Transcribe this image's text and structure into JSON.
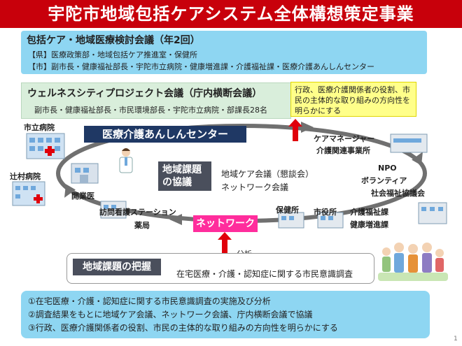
{
  "title": "宇陀市地域包括ケアシステム全体構想策定事業",
  "council": {
    "heading": "包括ケア・地域医療検討会議（年2回）",
    "line1": "【県】医療政策部・地域包括ケア推進室・保健所",
    "line2": "【市】副市長・健康福祉部長・宇陀市立病院・健康増進課・介護福祉課・医療介護あんしんセンター"
  },
  "wellness": {
    "heading": "ウェルネスシティプロジェクト会議（庁内横断会議）",
    "members": "副市長・健康福祉部長・市民環境部長・宇陀市立病院・部課長28名"
  },
  "role_note": "行政、医療介護関係者の役割、市民の主体的な取り組みの方向性を明らかにする",
  "center_label": "医療介護あんしんセンター",
  "issue_discussion": {
    "label_line1": "地域課題",
    "label_line2": "の協議",
    "meeting1": "地域ケア会議（懇談会）",
    "meeting2": "ネットワーク会議"
  },
  "nodes": {
    "city_hospital": "市立病院",
    "tsujimura": "辻村病院",
    "gp": "開業医",
    "visiting_nurse": "訪問看護ステーション",
    "pharmacy": "薬局",
    "care_manager": "ケアマネージャー",
    "care_provider": "介護関連事業所",
    "npo": "NPO",
    "volunteer": "ボランティア",
    "social_welfare": "社会福祉協議会",
    "health_center": "保健所",
    "city_office": "市役所",
    "care_welfare": "介護福祉課",
    "health_promotion": "健康増進課"
  },
  "network_label": "ネットワーク",
  "analysis_label": "分析",
  "grasp": {
    "label": "地域課題の把握",
    "survey": "在宅医療・介護・認知症に関する市民意識調査"
  },
  "steps": [
    "①在宅医療・介護・認知症に関する市民意識調査の実施及び分析",
    "②調査結果をもとに地域ケア会議、ネットワーク会議、庁内横断会議で協議",
    "③行政、医療介護関係者の役割、市民の主体的な取り組みの方向性を明らかにする"
  ],
  "page_number": "1",
  "colors": {
    "title_bg": "#c8000b",
    "council_bg": "#8ed6f2",
    "wellness_bg": "#d9eedb",
    "note_bg": "#ffff8a",
    "center_bg": "#1f3864",
    "network_bg": "#ff2d9c",
    "arrow": "#e0000b",
    "ring": "#707070"
  }
}
